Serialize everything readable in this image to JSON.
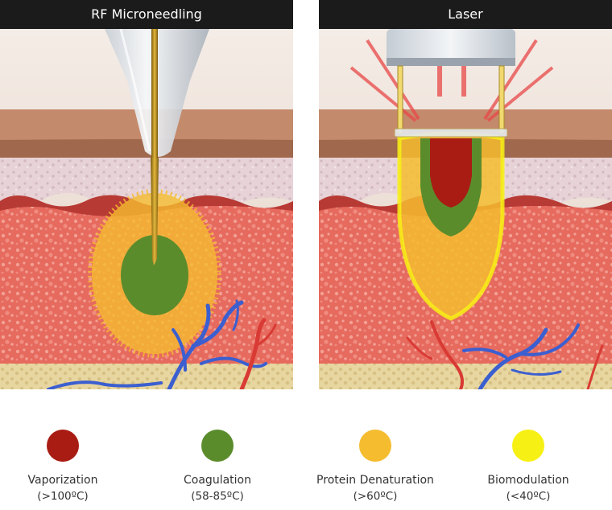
{
  "panels": {
    "rf": {
      "title": "RF Microneedling"
    },
    "laser": {
      "title": "Laser"
    }
  },
  "legend": [
    {
      "label": "Vaporization",
      "temp": "(>100ºC)",
      "color": "#a81c14"
    },
    {
      "label": "Coagulation",
      "temp": "(58-85ºC)",
      "color": "#5b8c2c"
    },
    {
      "label": "Protein Denaturation",
      "temp": "(>60ºC)",
      "color": "#f5bc2f"
    },
    {
      "label": "Biomodulation",
      "temp": "(<40ºC)",
      "color": "#f7f015"
    }
  ]
}
